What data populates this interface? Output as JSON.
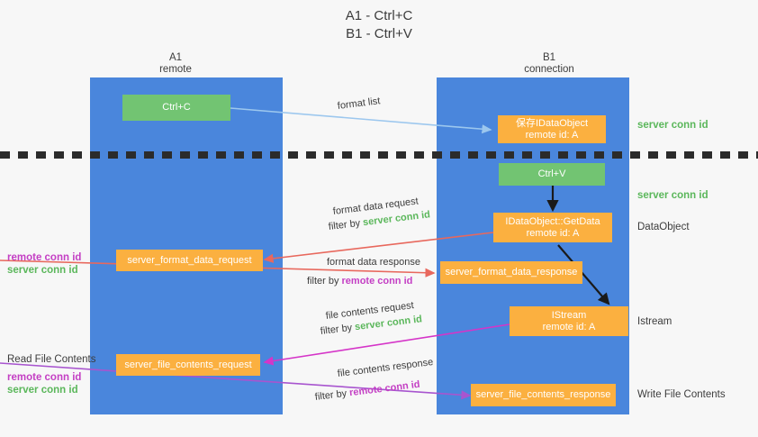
{
  "title": {
    "line1": "A1 - Ctrl+C",
    "line2": "B1 - Ctrl+V"
  },
  "columns": [
    {
      "name": "A1",
      "sub": "remote"
    },
    {
      "name": "B1",
      "sub": "connection"
    }
  ],
  "colors": {
    "lane": "#4a86dc",
    "green_box": "#72c472",
    "orange_box": "#fbb040",
    "server_conn": "#5bb75b",
    "remote_conn": "#c43fc4",
    "format_list_arrow": "#9cc7ee",
    "format_data_arrow": "#e8685d",
    "file_contents_arrow": "#d535c8",
    "file_contents_response_arrow": "#a855cf",
    "black_arrow": "#1a1a1a",
    "divider": "#2b2b2b",
    "background": "#f7f7f7"
  },
  "boxes": {
    "ctrl_c": {
      "line1": "Ctrl+C",
      "line2": ""
    },
    "save_dataobject": {
      "line1": "保存IDataObject",
      "line2": "remote id: A"
    },
    "ctrl_v": {
      "line1": "Ctrl+V",
      "line2": ""
    },
    "getdata": {
      "line1": "IDataObject::GetData",
      "line2": "remote id: A"
    },
    "server_format_data_request": {
      "line1": "server_format_data_request",
      "line2": ""
    },
    "server_format_data_response": {
      "line1": "server_format_data_response",
      "line2": ""
    },
    "istream": {
      "line1": "IStream",
      "line2": "remote id: A"
    },
    "server_file_contents_request": {
      "line1": "server_file_contents_request",
      "line2": ""
    },
    "server_file_contents_response": {
      "line1": "server_file_contents_response",
      "line2": ""
    }
  },
  "right_labels": {
    "server_conn_id_1": "server conn id",
    "server_conn_id_2": "server conn id",
    "dataobject": "DataObject",
    "istream": "Istream",
    "write_file_contents": "Write File Contents"
  },
  "left_labels": {
    "format_remote": "remote conn id",
    "format_server": "server conn id",
    "read_file_contents": "Read File Contents",
    "file_remote": "remote conn id",
    "file_server": "server conn id"
  },
  "edges": {
    "format_list": "format list",
    "format_data_request": "format data request",
    "format_data_request_filter_prefix": "filter by ",
    "format_data_request_filter_value": "server conn id",
    "format_data_response": "format data response",
    "format_data_response_filter_prefix": "filter by ",
    "format_data_response_filter_value": "remote conn id",
    "file_contents_request": "file contents request",
    "file_contents_request_filter_prefix": "filter by ",
    "file_contents_request_filter_value": "server conn id",
    "file_contents_response": "file contents response",
    "file_contents_response_filter_prefix": "filter by ",
    "file_contents_response_filter_value": "remote conn id"
  }
}
